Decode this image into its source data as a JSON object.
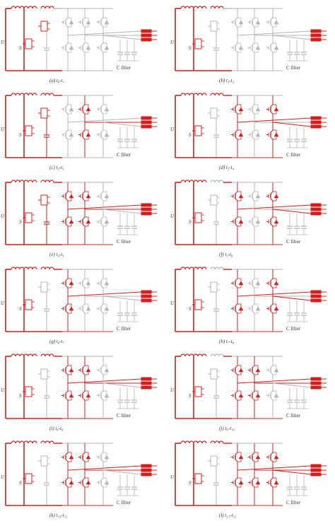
{
  "figure": {
    "active_color": "#d11f1f",
    "inactive_color": "#b4b4b4",
    "text_color": "#333333",
    "filter_label": "C filter",
    "source_label": "U",
    "switch_label": "S",
    "panels": [
      {
        "caption": "(a) t₀-t₁",
        "mode": 1
      },
      {
        "caption": "(b) t₁-t₂",
        "mode": 2
      },
      {
        "caption": "(c) t₂-t₃",
        "mode": 3
      },
      {
        "caption": "(d) t₃-t₄",
        "mode": 4
      },
      {
        "caption": "(e) t₄-t₅",
        "mode": 5
      },
      {
        "caption": "(f) t₅-t₆",
        "mode": 6
      },
      {
        "caption": "(g) t₆-t₇",
        "mode": 7
      },
      {
        "caption": "(h) t₇-t₈",
        "mode": 8
      },
      {
        "caption": "(i) t₈-t₉",
        "mode": 9
      },
      {
        "caption": "(j) t₉-t₁₀",
        "mode": 10
      },
      {
        "caption": "(k) t₁₀-t₁₁",
        "mode": 11
      },
      {
        "caption": "(l) t₁₁-t₁₂",
        "mode": 12
      }
    ]
  }
}
